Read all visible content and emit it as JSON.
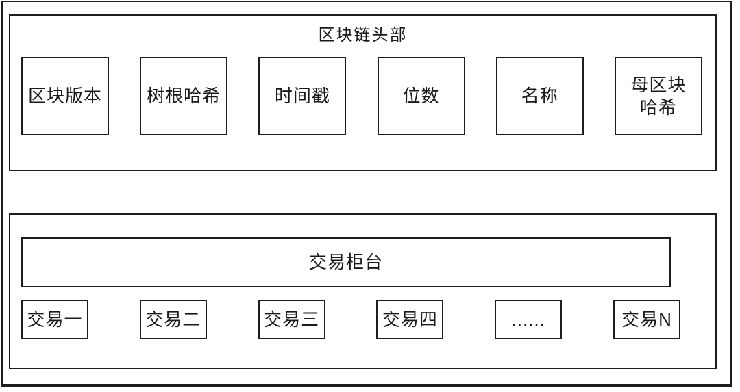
{
  "colors": {
    "line": "#1e1e1e",
    "background": "#ffffff",
    "text": "#1a1a1a"
  },
  "header_section": {
    "title": "区块链头部",
    "fields": [
      {
        "label": "区块版本"
      },
      {
        "label": "树根哈希"
      },
      {
        "label": "时间戳"
      },
      {
        "label": "位数"
      },
      {
        "label": "名称"
      },
      {
        "label": "母区块\n哈希"
      }
    ]
  },
  "transaction_section": {
    "counter_label": "交易柜台",
    "transactions": [
      {
        "label": "交易一"
      },
      {
        "label": "交易二"
      },
      {
        "label": "交易三"
      },
      {
        "label": "交易四"
      },
      {
        "label": "......"
      },
      {
        "label": "交易N"
      }
    ]
  }
}
